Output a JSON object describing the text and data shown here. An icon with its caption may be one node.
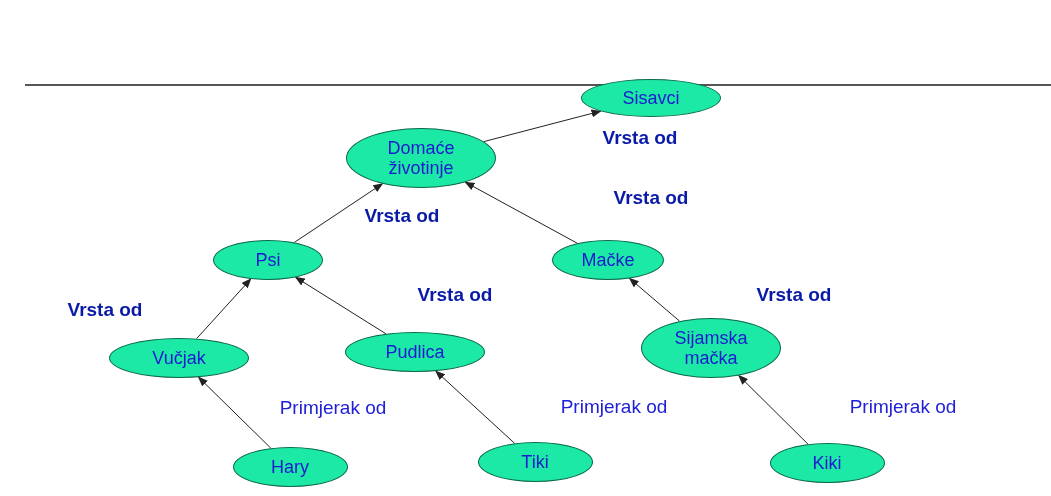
{
  "diagram": {
    "nodes": [
      {
        "text": [
          "Sisavci"
        ]
      },
      {
        "text": [
          "Domaće životinje"
        ]
      },
      {
        "text": [
          "Psi"
        ]
      },
      {
        "text": [
          "Mačke"
        ]
      },
      {
        "text": [
          "Vučjak"
        ]
      },
      {
        "text": [
          "Pudlica"
        ]
      },
      {
        "text": [
          "Sijamska mačka"
        ]
      },
      {
        "text": [
          "Hary"
        ]
      },
      {
        "text": [
          "Tiki"
        ]
      },
      {
        "text": [
          "Kiki"
        ]
      }
    ],
    "edges": [
      {
        "from": 1,
        "to": 0,
        "arrow": "to",
        "label": "Vrsta od"
      },
      {
        "from": 2,
        "to": 1,
        "arrow": "to",
        "label": "Vrsta od"
      },
      {
        "from": 3,
        "to": 1,
        "arrow": "to",
        "label": "Vrsta od"
      },
      {
        "from": 4,
        "to": 2,
        "arrow": "to",
        "label": "Vrsta od"
      },
      {
        "from": 5,
        "to": 2,
        "arrow": "to",
        "label": "Vrsta od"
      },
      {
        "from": 6,
        "to": 3,
        "arrow": "to",
        "label": "Vrsta od"
      },
      {
        "from": 7,
        "to": 4,
        "arrow": "to",
        "label": "Primjerak od"
      },
      {
        "from": 8,
        "to": 5,
        "arrow": "to",
        "label": "Primjerak od"
      },
      {
        "from": 9,
        "to": 6,
        "arrow": "to",
        "label": "Primjerak od"
      }
    ]
  }
}
